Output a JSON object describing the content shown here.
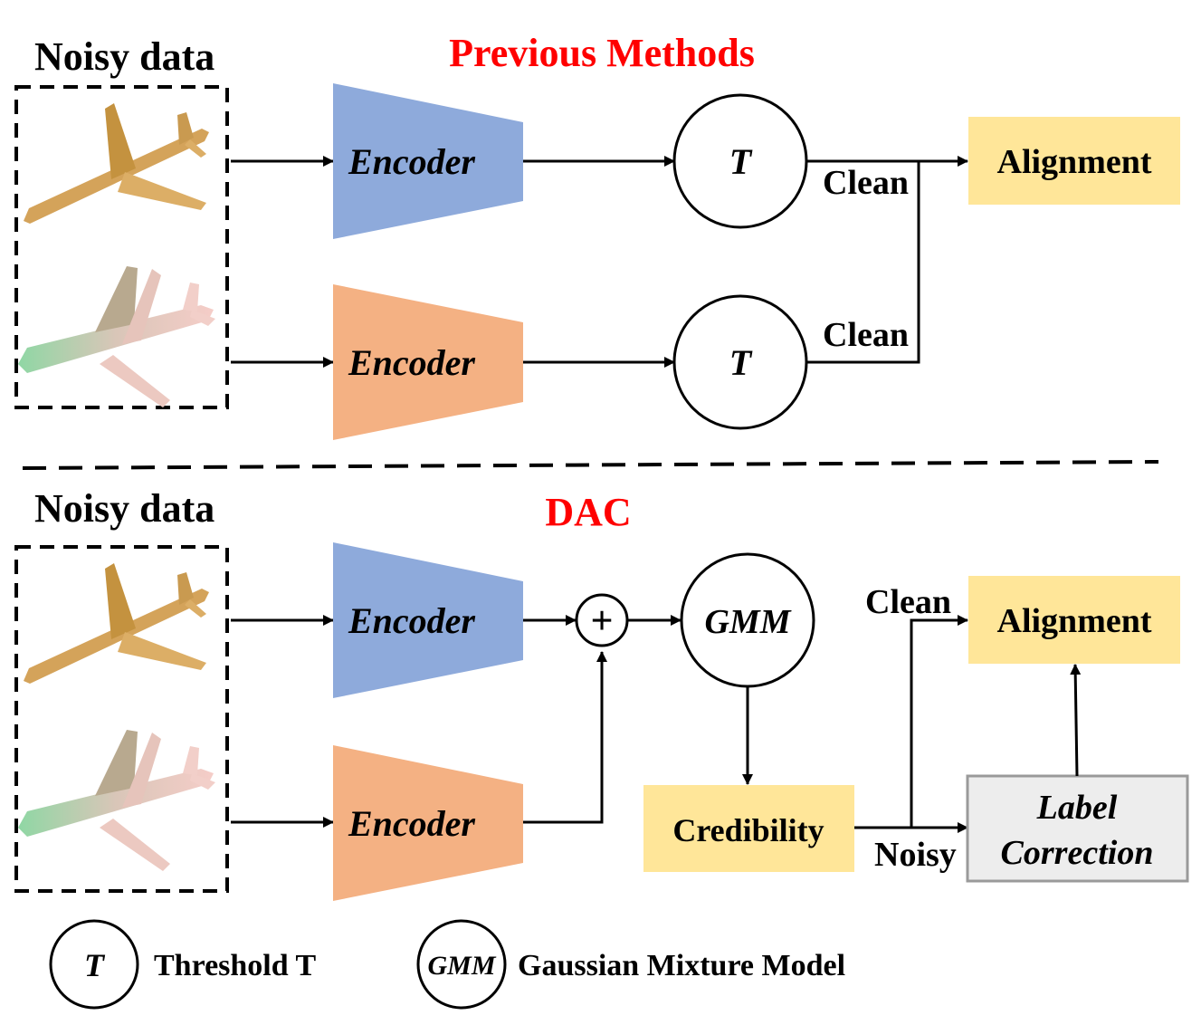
{
  "top_panel": {
    "noisy_data_label": "Noisy data",
    "title": "Previous Methods",
    "encoder_label_1": "Encoder",
    "encoder_label_2": "Encoder",
    "threshold_symbol_1": "T",
    "threshold_symbol_2": "T",
    "clean_label_1": "Clean",
    "clean_label_2": "Clean",
    "alignment_label": "Alignment"
  },
  "bottom_panel": {
    "noisy_data_label": "Noisy data",
    "title": "DAC",
    "encoder_label_1": "Encoder",
    "encoder_label_2": "Encoder",
    "sum_symbol": "+",
    "gmm_label": "GMM",
    "credibility_label": "Credibility",
    "clean_label": "Clean",
    "noisy_label": "Noisy",
    "alignment_label": "Alignment",
    "label_correction_line1": "Label",
    "label_correction_line2": "Correction"
  },
  "legend": {
    "threshold_symbol": "T",
    "threshold_text": "Threshold T",
    "gmm_symbol": "GMM",
    "gmm_text": "Gaussian Mixture Model"
  },
  "colors": {
    "title_red": "#ff0000",
    "encoder_blue": "#8eaadb",
    "encoder_orange": "#f4b183",
    "yellow_box": "#ffe699",
    "gray_box_fill": "#ededed",
    "gray_box_stroke": "#9a9a9a",
    "airplane_tan": "#d4a35a",
    "airplane_pink": "#f0c8c0",
    "airplane_green": "#8fd7a4"
  }
}
